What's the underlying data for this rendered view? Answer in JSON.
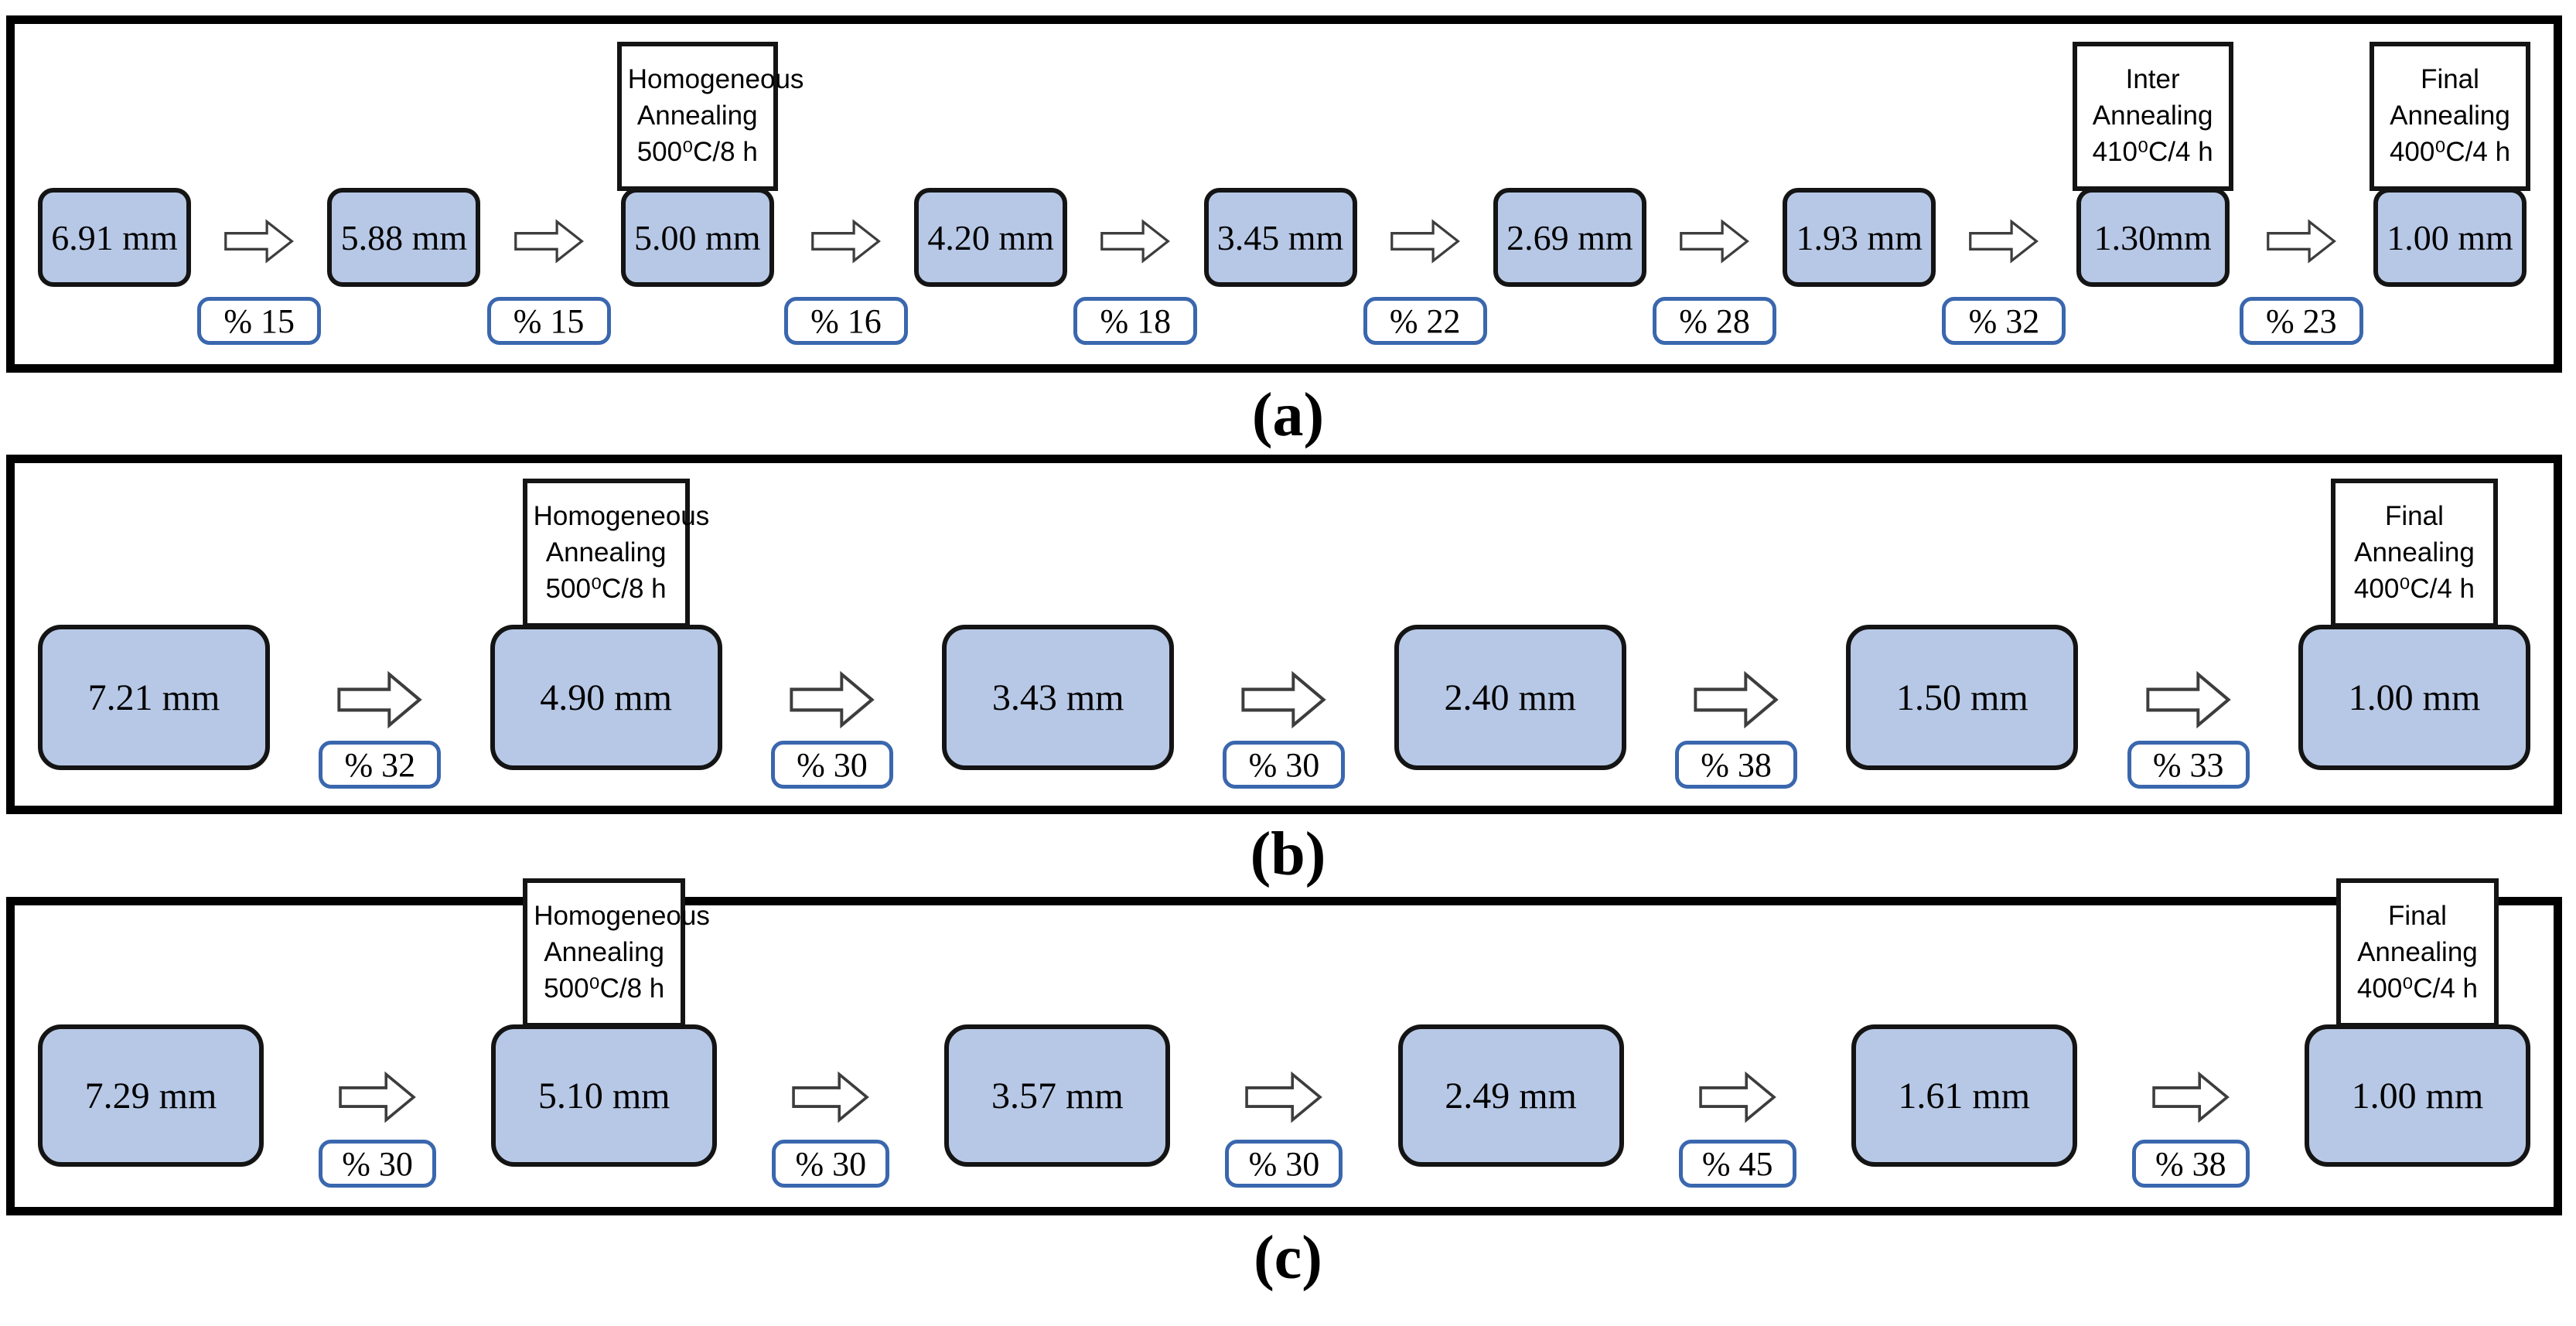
{
  "colors": {
    "box_fill": "#b7c8e6",
    "box_border": "#141414",
    "percent_border": "#3a67ae",
    "panel_border": "#000000",
    "arrow_fill": "#ffffff",
    "arrow_stroke": "#3d3d3d",
    "text": "#000000"
  },
  "panels": [
    {
      "caption": "(a)",
      "stages": [
        {
          "thickness": "6.91 mm"
        },
        {
          "thickness": "5.88 mm"
        },
        {
          "thickness": "5.00 mm",
          "annotation": [
            "Homogeneous",
            "Annealing",
            "500⁰C/8 h"
          ]
        },
        {
          "thickness": "4.20 mm"
        },
        {
          "thickness": "3.45 mm"
        },
        {
          "thickness": "2.69 mm"
        },
        {
          "thickness": "1.93 mm"
        },
        {
          "thickness": "1.30mm",
          "annotation": [
            "Inter",
            "Annealing",
            "410⁰C/4 h"
          ]
        },
        {
          "thickness": "1.00 mm",
          "annotation": [
            "Final",
            "Annealing",
            "400⁰C/4 h"
          ]
        }
      ],
      "reductions": [
        "% 15",
        "% 15",
        "% 16",
        "% 18",
        "% 22",
        "% 28",
        "% 32",
        "% 23"
      ]
    },
    {
      "caption": "(b)",
      "stages": [
        {
          "thickness": "7.21 mm"
        },
        {
          "thickness": "4.90 mm",
          "annotation": [
            "Homogeneous",
            "Annealing",
            "500⁰C/8 h"
          ]
        },
        {
          "thickness": "3.43 mm"
        },
        {
          "thickness": "2.40 mm"
        },
        {
          "thickness": "1.50 mm"
        },
        {
          "thickness": "1.00 mm",
          "annotation": [
            "Final",
            "Annealing",
            "400⁰C/4 h"
          ]
        }
      ],
      "reductions": [
        "% 32",
        "% 30",
        "% 30",
        "% 38",
        "% 33"
      ]
    },
    {
      "caption": "(c)",
      "stages": [
        {
          "thickness": "7.29 mm"
        },
        {
          "thickness": "5.10 mm",
          "annotation": [
            "Homogeneous",
            "Annealing",
            "500⁰C/8 h"
          ]
        },
        {
          "thickness": "3.57 mm"
        },
        {
          "thickness": "2.49 mm"
        },
        {
          "thickness": "1.61 mm"
        },
        {
          "thickness": "1.00 mm",
          "annotation": [
            "Final",
            "Annealing",
            "400⁰C/4 h"
          ]
        }
      ],
      "reductions": [
        "% 30",
        "% 30",
        "% 30",
        "% 45",
        "% 38"
      ]
    }
  ]
}
